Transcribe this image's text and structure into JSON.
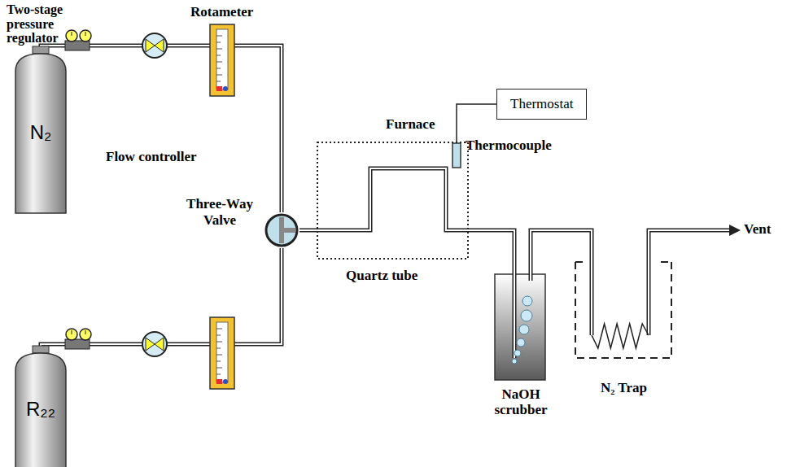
{
  "diagram": {
    "nodes": [
      {
        "text": [
          "N₂"
        ]
      },
      {
        "text": [
          "Three-Way Valve"
        ]
      },
      {
        "text": [
          "R₂₂"
        ]
      },
      {
        "text": [
          "Thermostat"
        ]
      }
    ],
    "edges": [
      {
        "from": 0,
        "to": 1,
        "arrow": "none"
      },
      {
        "from": 2,
        "to": 1,
        "arrow": "none"
      }
    ],
    "labels": [
      "Two-stage pressure regulator",
      "Rotameter",
      "Flow controller",
      "Furnace",
      "Thermocouple",
      "Quartz tube",
      "NaOH scrubber",
      "N₂ Trap",
      "Vent"
    ]
  }
}
